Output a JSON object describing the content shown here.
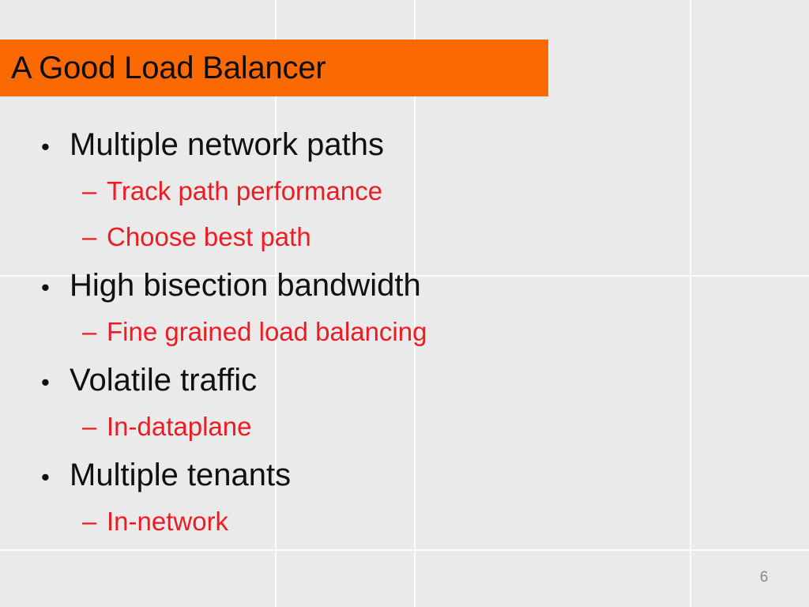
{
  "slide": {
    "title": "A Good Load Balancer",
    "slide_number": "6",
    "colors": {
      "background": "#EAEAEA",
      "title_band": "#FB6A02",
      "title_text": "#0D0D0D",
      "level1_text": "#101010",
      "level2_text": "#ED1C24",
      "gridline": "#FBFBFB",
      "slide_number": "#8A8A8A"
    },
    "markers": {
      "level1_bullet": "•",
      "level2_dash": "–"
    },
    "bullets": [
      {
        "level": 1,
        "text": "Multiple network paths"
      },
      {
        "level": 2,
        "text": "Track path performance"
      },
      {
        "level": 2,
        "text": "Choose best path"
      },
      {
        "level": 1,
        "text": "High bisection bandwidth"
      },
      {
        "level": 2,
        "text": "Fine grained load balancing"
      },
      {
        "level": 1,
        "text": "Volatile traffic"
      },
      {
        "level": 2,
        "text": "In-dataplane"
      },
      {
        "level": 1,
        "text": "Multiple tenants"
      },
      {
        "level": 2,
        "text": "In-network"
      }
    ]
  }
}
